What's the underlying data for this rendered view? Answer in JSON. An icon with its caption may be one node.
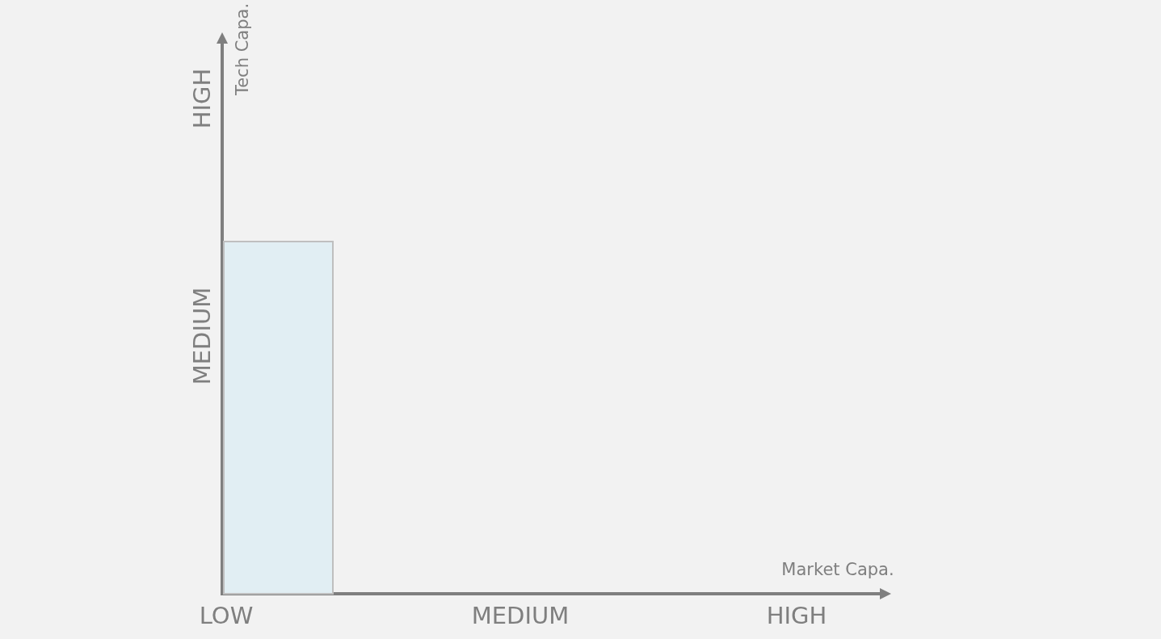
{
  "diagram": {
    "nodes": [
      {
        "text": [],
        "shape": "box"
      }
    ],
    "labels": [
      "Tech Capa.",
      "HIGH",
      "MEDIUM",
      "Market Capa.",
      "LOW",
      "MEDIUM",
      "HIGH"
    ]
  }
}
